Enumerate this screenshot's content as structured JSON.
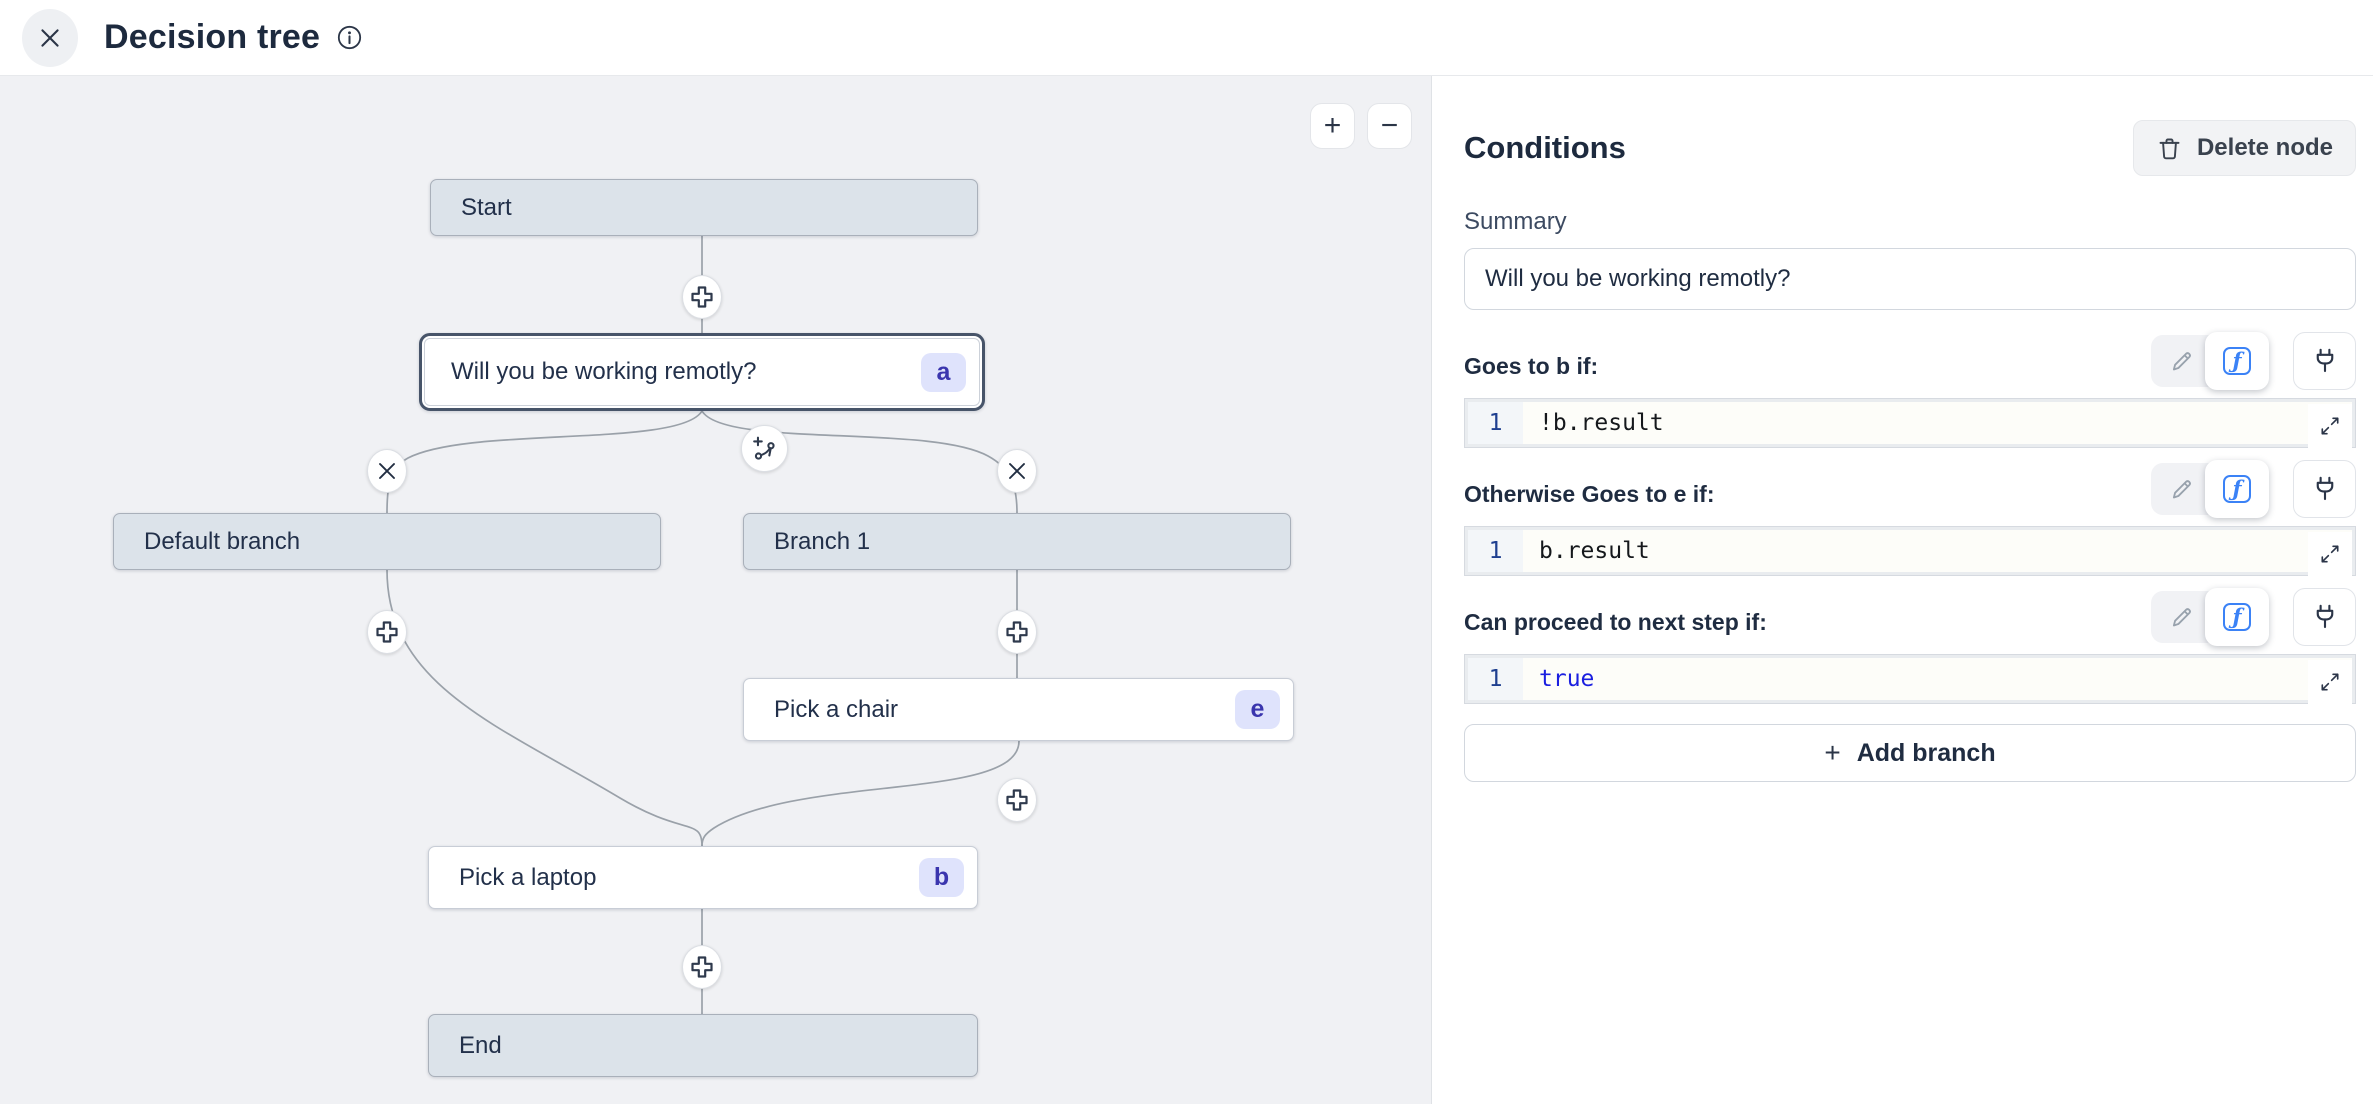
{
  "header": {
    "title": "Decision tree"
  },
  "canvas": {
    "zoom_in_label": "+",
    "zoom_out_label": "−",
    "nodes": [
      {
        "id": "start",
        "label": "Start"
      },
      {
        "id": "question",
        "label": "Will you be working remotly?",
        "badge": "a"
      },
      {
        "id": "default-branch",
        "label": "Default branch"
      },
      {
        "id": "branch-1",
        "label": "Branch 1"
      },
      {
        "id": "pick-a-chair",
        "label": "Pick a chair",
        "badge": "e"
      },
      {
        "id": "pick-a-laptop",
        "label": "Pick a laptop",
        "badge": "b"
      },
      {
        "id": "end",
        "label": "End"
      }
    ]
  },
  "panel": {
    "title": "Conditions",
    "delete_button_label": "Delete node",
    "summary_label": "Summary",
    "summary_value": "Will you be working remotly?",
    "formula_glyph": "ƒ",
    "rows": [
      {
        "label": "Goes to b if:",
        "line_number": "1",
        "code": "!b.result"
      },
      {
        "label": "Otherwise Goes to e if:",
        "line_number": "1",
        "code": "b.result"
      },
      {
        "label": "Can proceed to next step if:",
        "line_number": "1",
        "code": "true"
      }
    ],
    "add_branch_plus": "+",
    "add_branch_label": "Add branch"
  },
  "colors": {
    "accent_blue": "#3b82f6",
    "keyword_blue": "#1b1fe0",
    "badge_bg": "#dfe3fc",
    "badge_text": "#3a35ae",
    "node_gray_fill": "#dce3ea",
    "canvas_bg": "#f0f1f4",
    "edge_stroke": "#9aa1a9"
  }
}
